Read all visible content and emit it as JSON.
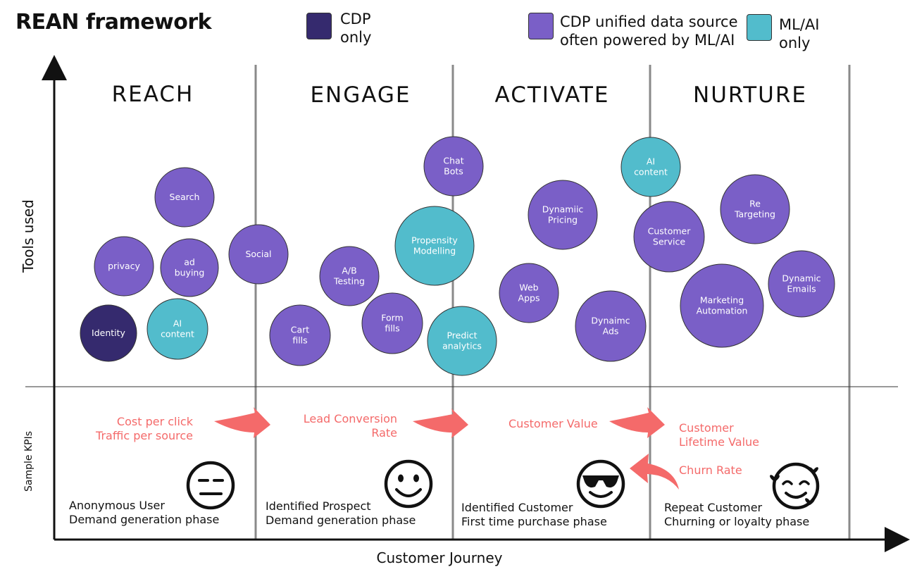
{
  "title": "REAN framework",
  "legend": [
    {
      "label_lines": [
        "CDP",
        "only"
      ],
      "color": "#352a6e"
    },
    {
      "label_lines": [
        "CDP unified data source",
        "often powered by ML/AI"
      ],
      "color": "#7a5fc7"
    },
    {
      "label_lines": [
        "ML/AI",
        "only"
      ],
      "color": "#52bccc"
    }
  ],
  "stages": [
    "REACH",
    "ENGAGE",
    "ACTIVATE",
    "NURTURE"
  ],
  "axes": {
    "y_upper": "Tools used",
    "y_lower": "Sample KPIs",
    "x": "Customer Journey"
  },
  "colors": {
    "cdp_only": "#352a6e",
    "cdp_unified": "#7a5fc7",
    "ml_ai": "#52bccc",
    "kpi": "#f46a6a",
    "divider": "#8a8a8a"
  },
  "tools": [
    {
      "id": "identity",
      "lines": [
        "Identity"
      ],
      "type": "cdp_only"
    },
    {
      "id": "ai-content-reach",
      "lines": [
        "AI",
        "content"
      ],
      "type": "ml_ai"
    },
    {
      "id": "privacy",
      "lines": [
        "privacy"
      ],
      "type": "cdp_unified"
    },
    {
      "id": "ad-buying",
      "lines": [
        "ad",
        "buying"
      ],
      "type": "cdp_unified"
    },
    {
      "id": "search",
      "lines": [
        "Search"
      ],
      "type": "cdp_unified"
    },
    {
      "id": "social",
      "lines": [
        "Social"
      ],
      "type": "cdp_unified"
    },
    {
      "id": "cart-fills",
      "lines": [
        "Cart",
        "fills"
      ],
      "type": "cdp_unified"
    },
    {
      "id": "ab-testing",
      "lines": [
        "A/B",
        "Testing"
      ],
      "type": "cdp_unified"
    },
    {
      "id": "form-fills",
      "lines": [
        "Form",
        "fills"
      ],
      "type": "cdp_unified"
    },
    {
      "id": "propensity-modelling",
      "lines": [
        "Propensity",
        "Modelling"
      ],
      "type": "ml_ai"
    },
    {
      "id": "chat-bots",
      "lines": [
        "Chat",
        "Bots"
      ],
      "type": "cdp_unified"
    },
    {
      "id": "predict-analytics",
      "lines": [
        "Predict",
        "analytics"
      ],
      "type": "ml_ai"
    },
    {
      "id": "web-apps",
      "lines": [
        "Web",
        "Apps"
      ],
      "type": "cdp_unified"
    },
    {
      "id": "dynamic-pricing",
      "lines": [
        "Dynamiic",
        "Pricing"
      ],
      "type": "cdp_unified"
    },
    {
      "id": "dynamic-ads",
      "lines": [
        "Dynaimc",
        "Ads"
      ],
      "type": "cdp_unified"
    },
    {
      "id": "ai-content-nurture",
      "lines": [
        "AI",
        "content"
      ],
      "type": "ml_ai"
    },
    {
      "id": "customer-service",
      "lines": [
        "Customer",
        "Service"
      ],
      "type": "cdp_unified"
    },
    {
      "id": "re-targeting",
      "lines": [
        "Re",
        "Targeting"
      ],
      "type": "cdp_unified"
    },
    {
      "id": "marketing-automation",
      "lines": [
        "Marketing",
        "Automation"
      ],
      "type": "cdp_unified"
    },
    {
      "id": "dynamic-emails",
      "lines": [
        "Dynamic",
        "Emails"
      ],
      "type": "cdp_unified"
    }
  ],
  "kpis": {
    "reach": [
      "Cost per click",
      "Traffic per source"
    ],
    "engage": [
      "Lead Conversion",
      "Rate"
    ],
    "activate": [
      "Customer Value"
    ],
    "nurture": [
      "Customer",
      "Lifetime Value"
    ],
    "churn": "Churn Rate"
  },
  "customers": {
    "reach": [
      "Anonymous User",
      "Demand generation phase"
    ],
    "engage": [
      "Identified Prospect",
      "Demand generation phase"
    ],
    "activate": [
      "Identified Customer",
      "First time purchase phase"
    ],
    "nurture": [
      "Repeat Customer",
      "Churning or loyalty phase"
    ]
  },
  "emoji": {
    "reach": "neutral-face-icon",
    "engage": "smiling-face-icon",
    "activate": "sunglasses-face-icon",
    "nurture": "hearts-face-icon"
  }
}
